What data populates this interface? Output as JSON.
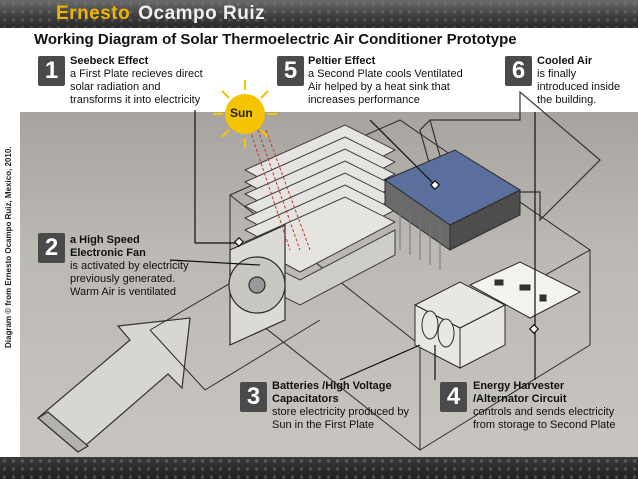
{
  "brand": {
    "first": "Ernesto",
    "last": "Ocampo Ruiz"
  },
  "title": "Working Diagram of Solar Thermoelectric Air Conditioner Prototype",
  "credit": "Diagram © from Ernesto Ocampo Ruiz, Mexico, 2010.",
  "sun_label": "Sun",
  "steps": [
    {
      "number": "1",
      "heading": "Seebeck Effect",
      "text": "a First Plate recieves direct solar radiation and transforms it into electricity"
    },
    {
      "number": "2",
      "heading": "a High Speed Electronic Fan",
      "text": "is activated by electricity previously generated. Warm Air is ventilated"
    },
    {
      "number": "3",
      "heading": "Batteries /High Voltage Capacitators",
      "text": "store electricity produced by Sun in the First Plate"
    },
    {
      "number": "4",
      "heading": "Energy Harvester /Alternator Circuit",
      "text": "controls and sends electricity from storage to Second Plate"
    },
    {
      "number": "5",
      "heading": "Peltier Effect",
      "text": "a Second Plate cools Ventilated Air helped by a heat sink that increases performance"
    },
    {
      "number": "6",
      "heading": "Cooled Air",
      "text": "is finally introduced inside the building."
    }
  ],
  "colors": {
    "accent": "#f0b400",
    "sun": "#f5c400",
    "plate": "#5a6f9c",
    "badge": "#4a4a4a"
  }
}
